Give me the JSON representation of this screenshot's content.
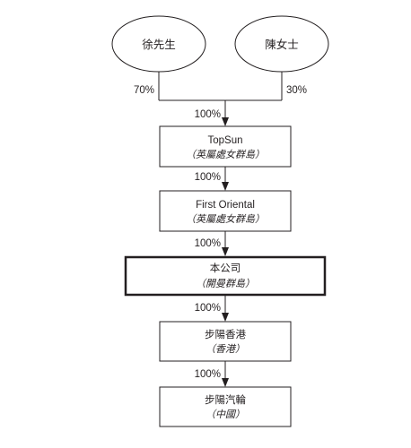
{
  "shareholders": [
    {
      "name": "徐先生",
      "percent": "70%"
    },
    {
      "name": "陳女士",
      "percent": "30%"
    }
  ],
  "entities": [
    {
      "name": "TopSun",
      "jurisdiction": "（英屬處女群島）",
      "ownership": "100%",
      "highlighted": false
    },
    {
      "name": "First Oriental",
      "jurisdiction": "（英屬處女群島）",
      "ownership": "100%",
      "highlighted": false
    },
    {
      "name": "本公司",
      "jurisdiction": "（開曼群島）",
      "ownership": "100%",
      "highlighted": true
    },
    {
      "name": "步陽香港",
      "jurisdiction": "（香港）",
      "ownership": "100%",
      "highlighted": false
    },
    {
      "name": "步陽汽輪",
      "jurisdiction": "（中國）",
      "ownership": "100%",
      "highlighted": false
    }
  ]
}
